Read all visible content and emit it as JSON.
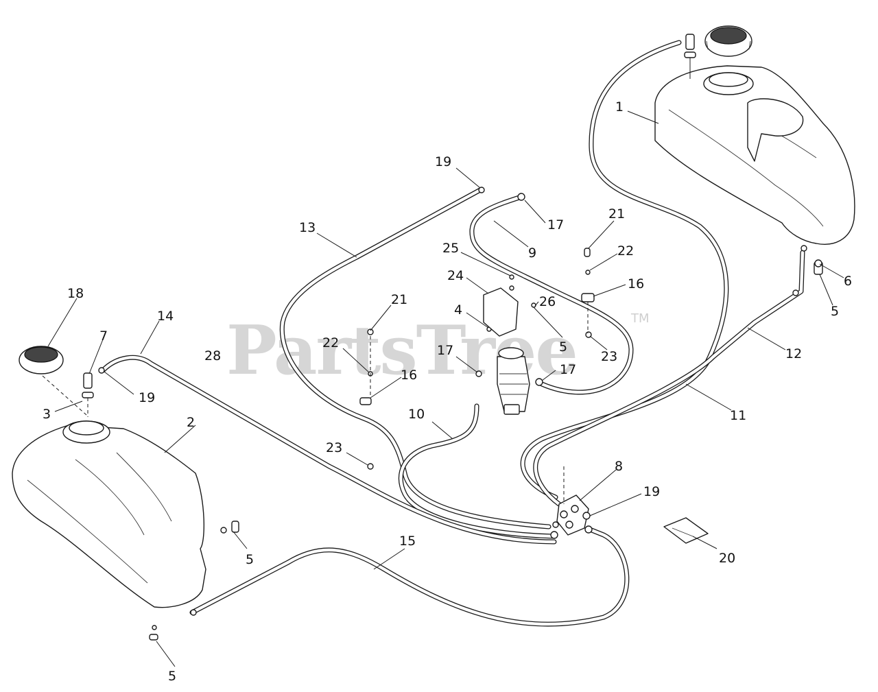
{
  "watermark": {
    "brand": "PartsTree",
    "trademark": "TM"
  },
  "callouts": [
    {
      "id": "c1",
      "text": "1"
    },
    {
      "id": "c2",
      "text": "2"
    },
    {
      "id": "c3",
      "text": "3"
    },
    {
      "id": "c4",
      "text": "4"
    },
    {
      "id": "c5a",
      "text": "5"
    },
    {
      "id": "c5b",
      "text": "5"
    },
    {
      "id": "c5c",
      "text": "5"
    },
    {
      "id": "c5d",
      "text": "5"
    },
    {
      "id": "c6",
      "text": "6"
    },
    {
      "id": "c7",
      "text": "7"
    },
    {
      "id": "c8",
      "text": "8"
    },
    {
      "id": "c9",
      "text": "9"
    },
    {
      "id": "c10",
      "text": "10"
    },
    {
      "id": "c11",
      "text": "11"
    },
    {
      "id": "c12",
      "text": "12"
    },
    {
      "id": "c13",
      "text": "13"
    },
    {
      "id": "c14",
      "text": "14"
    },
    {
      "id": "c15",
      "text": "15"
    },
    {
      "id": "c16a",
      "text": "16"
    },
    {
      "id": "c16b",
      "text": "16"
    },
    {
      "id": "c17a",
      "text": "17"
    },
    {
      "id": "c17b",
      "text": "17"
    },
    {
      "id": "c17c",
      "text": "17"
    },
    {
      "id": "c18",
      "text": "18"
    },
    {
      "id": "c19a",
      "text": "19"
    },
    {
      "id": "c19b",
      "text": "19"
    },
    {
      "id": "c19c",
      "text": "19"
    },
    {
      "id": "c20",
      "text": "20"
    },
    {
      "id": "c21a",
      "text": "21"
    },
    {
      "id": "c21b",
      "text": "21"
    },
    {
      "id": "c22a",
      "text": "22"
    },
    {
      "id": "c22b",
      "text": "22"
    },
    {
      "id": "c23a",
      "text": "23"
    },
    {
      "id": "c23b",
      "text": "23"
    },
    {
      "id": "c24",
      "text": "24"
    },
    {
      "id": "c25",
      "text": "25"
    },
    {
      "id": "c26",
      "text": "26"
    },
    {
      "id": "c28",
      "text": "28"
    }
  ],
  "colors": {
    "line": "#1a1a1a",
    "watermark": "#cfcfcf",
    "background": "#ffffff"
  }
}
